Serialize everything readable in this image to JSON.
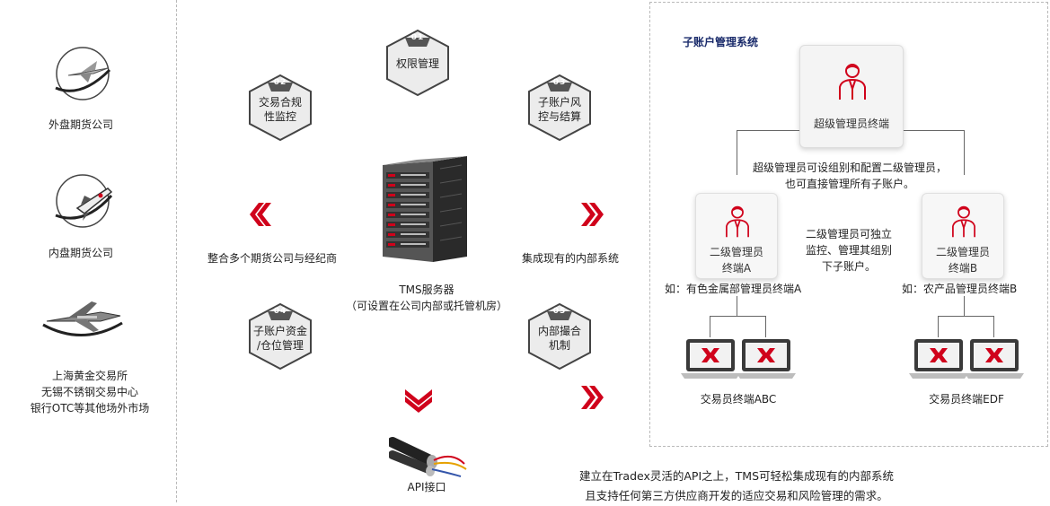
{
  "left_panel": {
    "companies": [
      {
        "label": "外盘期货公司",
        "icon": "airplane-icon"
      },
      {
        "label": "内盘期货公司",
        "icon": "rocket-icon"
      },
      {
        "label_lines": [
          "上海黄金交易所",
          "无锡不锈钢交易中心",
          "银行OTC等其他场外市场"
        ],
        "icon": "jet-icon"
      }
    ]
  },
  "center": {
    "hexagons": [
      {
        "num": "01",
        "lines": [
          "权限管理"
        ]
      },
      {
        "num": "02",
        "lines": [
          "交易合规",
          "性监控"
        ]
      },
      {
        "num": "03",
        "lines": [
          "子账户风",
          "控与结算"
        ]
      },
      {
        "num": "04",
        "lines": [
          "子账户资金",
          "/仓位管理"
        ]
      },
      {
        "num": "05",
        "lines": [
          "内部撮合",
          "机制"
        ]
      }
    ],
    "left_caption": "整合多个期货公司与经纪商",
    "right_caption": "集成现有的内部系统",
    "server_label": "TMS服务器",
    "server_sub": "（可设置在公司内部或托管机房）",
    "api_label": "API接口",
    "accent_color": "#d0021b"
  },
  "right_panel": {
    "title": "子账户管理系统",
    "super_admin": "超级管理员终端",
    "super_desc_lines": [
      "超级管理员可设组别和配置二级管理员，",
      "也可直接管理所有子账户。"
    ],
    "admin_a_lines": [
      "二级管理员",
      "终端A"
    ],
    "admin_b_lines": [
      "二级管理员",
      "终端B"
    ],
    "mid_desc_lines": [
      "二级管理员可独立",
      "监控、管理其组别",
      "下子账户。"
    ],
    "example_a": "如：有色金属部管理员终端A",
    "example_b": "如：农产品管理员终端B",
    "traders_a": "交易员终端ABC",
    "traders_b": "交易员终端EDF"
  },
  "footer": {
    "lines": [
      "建立在Tradex灵活的API之上，TMS可轻松集成现有的内部系统",
      "且支持任何第三方供应商开发的适应交易和风险管理的需求。"
    ]
  }
}
